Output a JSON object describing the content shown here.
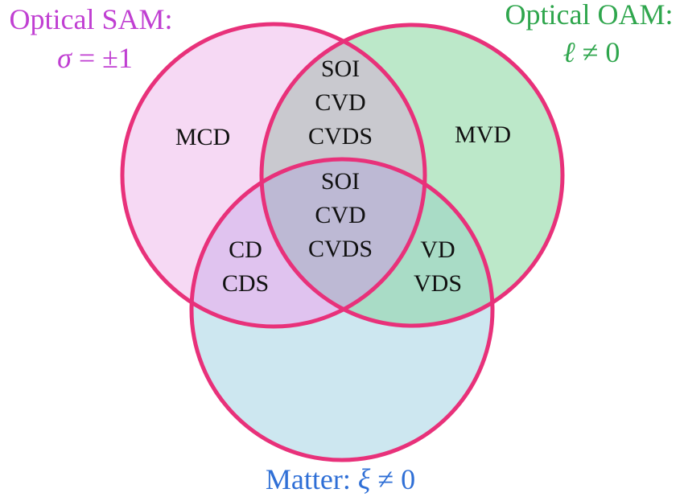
{
  "colors": {
    "outline": "#e8317a",
    "sam_fill": "#f5d6f3",
    "oam_fill": "#b6e6c4",
    "matter_fill": "#cde7f0",
    "sam_text": "#c03fd2",
    "oam_text": "#2fa64d",
    "matter_text": "#2f6fd6"
  },
  "sets": {
    "sam": {
      "title": "Optical SAM:",
      "condition_symbol": "σ",
      "condition_rest": " = ±1"
    },
    "oam": {
      "title": "Optical OAM:",
      "condition_symbol": "ℓ",
      "condition_rest": " ≠ 0"
    },
    "matter": {
      "title": "Matter: ",
      "condition_symbol": "ξ",
      "condition_rest": " ≠ 0"
    }
  },
  "regions": {
    "sam_only": [
      "MCD"
    ],
    "oam_only": [
      "MVD"
    ],
    "sam_oam": [
      "SOI",
      "CVD",
      "CVDS"
    ],
    "all_three": [
      "SOI",
      "CVD",
      "CVDS"
    ],
    "sam_matter": [
      "CD",
      "CDS"
    ],
    "oam_matter": [
      "VD",
      "VDS"
    ]
  }
}
